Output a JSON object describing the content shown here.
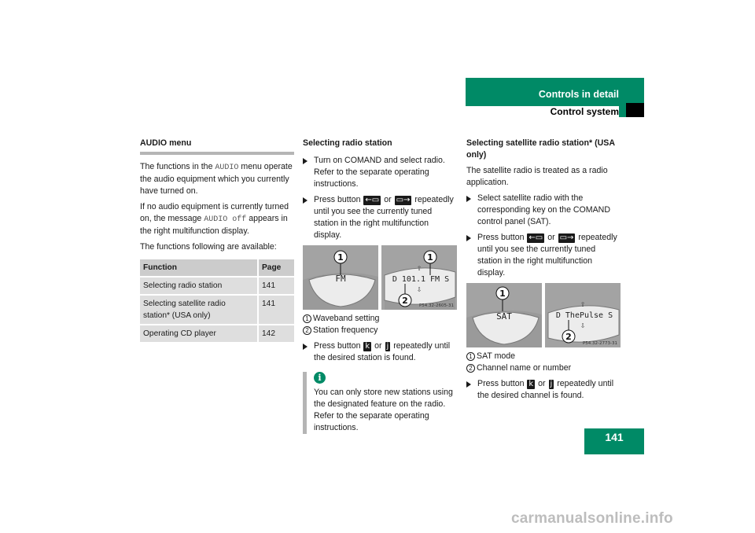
{
  "header": {
    "section": "Controls in detail",
    "subsection": "Control system",
    "page_number": "141"
  },
  "col1": {
    "heading": "AUDIO menu",
    "p1_pre": "The functions in the ",
    "p1_code": "AUDIO",
    "p1_post": " menu operate the audio equipment which you currently have turned on.",
    "p2_pre": "If no audio equipment is currently turned on, the message ",
    "p2_code": "AUDIO off",
    "p2_post": " appears in the right multifunction display.",
    "p3": "The functions following are available:",
    "table": {
      "col_function": "Function",
      "col_page": "Page",
      "rows": [
        {
          "function": "Selecting radio station",
          "page": "141"
        },
        {
          "function": "Selecting satellite radio station* (USA only)",
          "page": "141"
        },
        {
          "function": "Operating CD player",
          "page": "142"
        }
      ]
    }
  },
  "col2": {
    "heading": "Selecting radio station",
    "step1": "Turn on COMAND and select radio. Refer to the separate operating instructions.",
    "step2_pre": "Press button ",
    "step2_mid": " or ",
    "step2_post": " repeatedly until you see the currently tuned station in the right multifunction display.",
    "figure": {
      "left_text": "FM",
      "right_text": "D 101.1 FM  S",
      "caption": "P54.32-2605-31",
      "callout1": "1",
      "callout2": "2"
    },
    "legend1": "Waveband setting",
    "legend2": "Station frequency",
    "step3_pre": "Press button ",
    "step3_mid": " or ",
    "step3_post": " repeatedly until the desired station is found.",
    "info_icon": "i",
    "info": "You can only store new stations using the designated feature on the radio. Refer to the separate operating instructions."
  },
  "col3": {
    "heading": "Selecting satellite radio station* (USA only)",
    "p1": "The satellite radio is treated as a radio application.",
    "step1": "Select satellite radio with the corresponding key on the COMAND control panel (SAT).",
    "step2_pre": "Press button ",
    "step2_mid": " or ",
    "step2_post": " repeatedly until you see the currently tuned station in the right multifunction display.",
    "figure": {
      "left_text": "SAT",
      "right_text": "D ThePulse  S",
      "caption": "P54.32-2773-31",
      "callout1": "1",
      "callout2": "2"
    },
    "legend1": "SAT mode",
    "legend2": "Channel name or number",
    "step3_pre": "Press button ",
    "step3_mid": " or ",
    "step3_post": " repeatedly until the desired channel is found."
  },
  "glyphs": {
    "btn_prev_display": "←▭",
    "btn_next_display": "▭→",
    "btn_up": "k",
    "btn_down": "j",
    "num1": "1",
    "num2": "2"
  },
  "watermark": "carmanualsonline.info"
}
